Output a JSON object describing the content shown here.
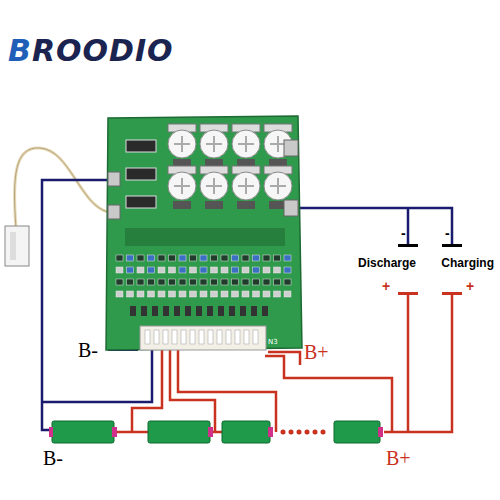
{
  "diagram": {
    "labels": [
      "BROODIO",
      "-",
      "-",
      "Discharge",
      "Charging",
      "+",
      "+",
      "N3",
      "B-",
      "B+",
      "B-",
      "B+"
    ]
  }
}
